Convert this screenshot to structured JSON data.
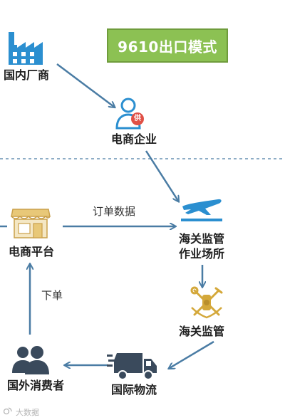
{
  "title": "9610出口模式",
  "nodes": {
    "domestic_factory": "国内厂商",
    "ecommerce_enterprise": "电商企业",
    "supplier_badge": "供",
    "customs_site_line1": "海关监管",
    "customs_site_line2": "作业场所",
    "customs_supervision": "海关监管",
    "ecommerce_platform": "电商平台",
    "overseas_consumer": "国外消费者",
    "intl_logistics": "国际物流"
  },
  "edges": {
    "order_data": "订单数据",
    "place_order": "下单"
  },
  "watermark": "大数据",
  "colors": {
    "blue": "#2b8fd0",
    "arrow": "#4a7ca4",
    "badge": "#8cc153",
    "gold": "#d4a83a",
    "dark": "#3a4a5c"
  }
}
